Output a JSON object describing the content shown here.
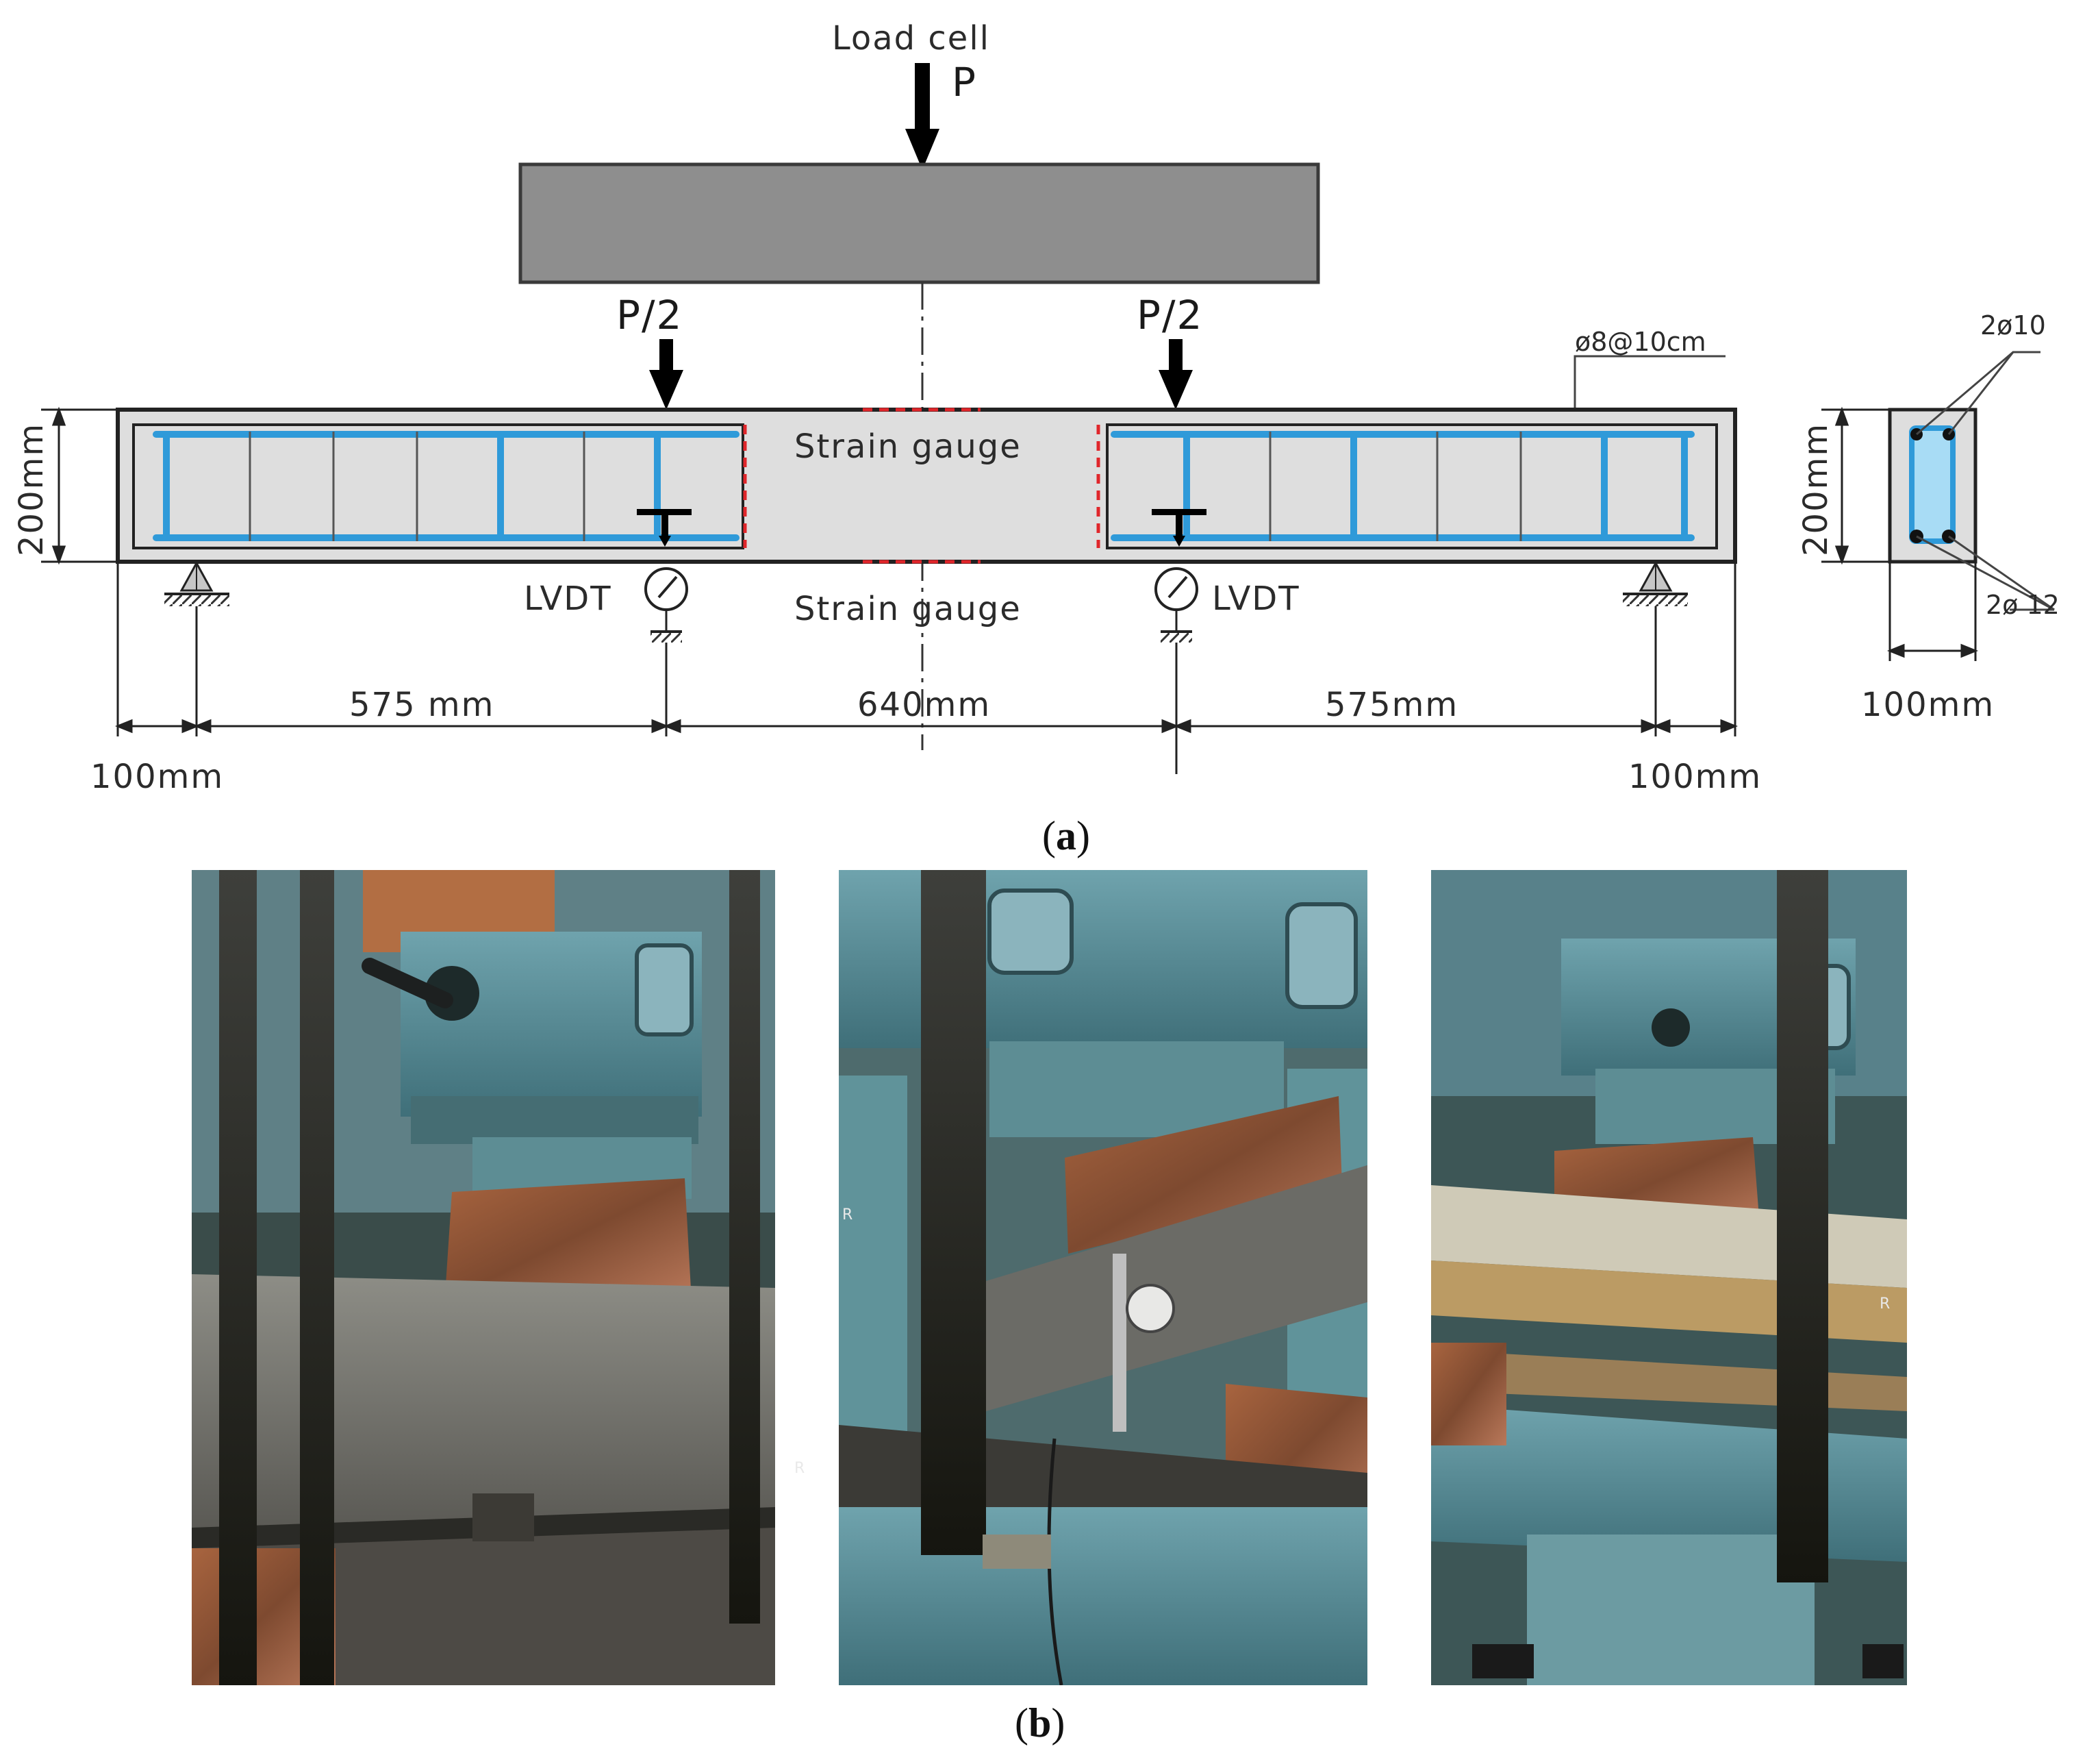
{
  "panel_a": {
    "caption_letter": "a",
    "load_cell_label": "Load cell",
    "load_symbol": "P",
    "half_load_left": "P/2",
    "half_load_right": "P/2",
    "stirrup_label": "ø8@10cm",
    "strain_gauge_top": "Strain gauge",
    "strain_gauge_bottom": "Strain gauge",
    "lvdt_left": "LVDT",
    "lvdt_right": "LVDT",
    "beam_depth": "200mm",
    "dim_shear_span_left": "575  mm",
    "dim_middle_span": "640mm",
    "dim_shear_span_right": "575mm",
    "dim_overhang_left": "100mm",
    "dim_overhang_right": "100mm",
    "section": {
      "depth": "200mm",
      "width": "100mm",
      "top_bars": "2ø10",
      "bottom_bars": "2ø 12"
    },
    "colors": {
      "rebar": "#2f9ad9",
      "beam_fill": "#dedede",
      "loading_beam": "#8e8e8e",
      "strain_gauge_marker": "#e0262b",
      "section_core": "#a8dcf5"
    }
  },
  "panel_b": {
    "caption_letter": "b",
    "photos": [
      {
        "nameplate_mark": "R"
      },
      {
        "nameplate_mark": "R"
      },
      {
        "nameplate_mark": "R"
      }
    ]
  }
}
